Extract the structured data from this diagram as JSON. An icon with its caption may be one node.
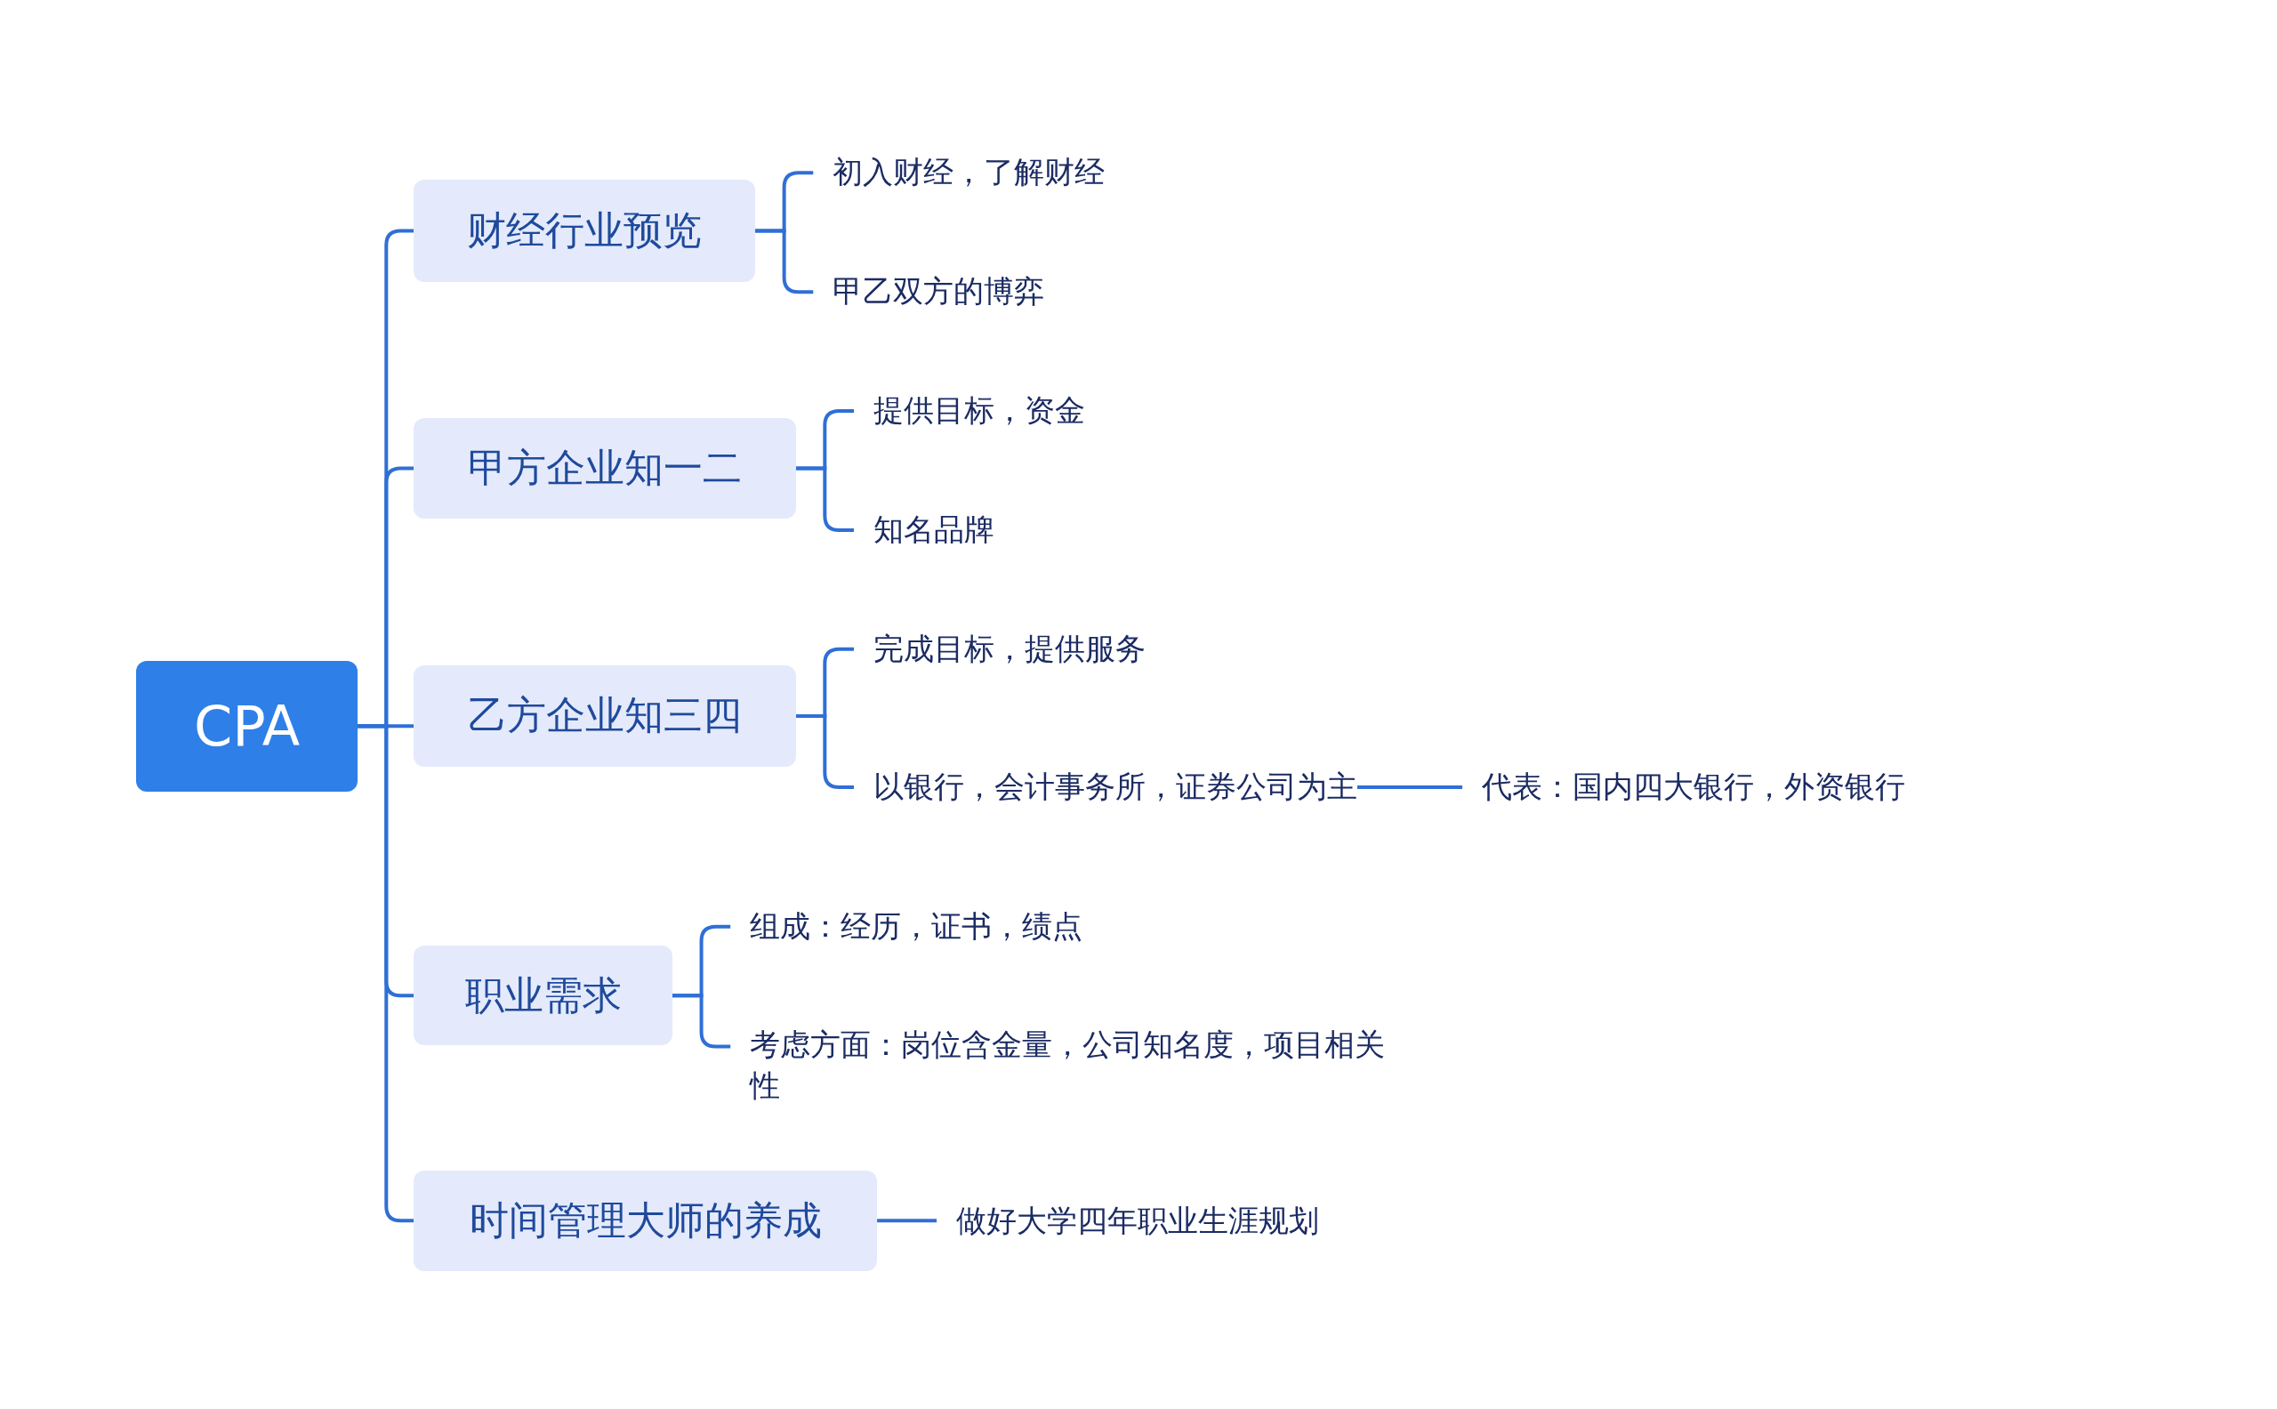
{
  "diagram": {
    "nodes": [
      {
        "text": [
          "CPA"
        ]
      },
      {
        "text": [
          "财经行业预览"
        ]
      },
      {
        "text": [
          "初入财经，了解财经"
        ]
      },
      {
        "text": [
          "甲乙双方的博弈"
        ]
      },
      {
        "text": [
          "甲方企业知一二"
        ]
      },
      {
        "text": [
          "提供目标，资金"
        ]
      },
      {
        "text": [
          "知名品牌"
        ]
      },
      {
        "text": [
          "乙方企业知三四"
        ]
      },
      {
        "text": [
          "完成目标，提供服务"
        ]
      },
      {
        "text": [
          "以银行，会计事务所，证券公司为主"
        ]
      },
      {
        "text": [
          "代表：国内四大银行，外资银行"
        ]
      },
      {
        "text": [
          "职业需求"
        ]
      },
      {
        "text": [
          "组成：经历，证书，绩点"
        ]
      },
      {
        "text": [
          "考虑方面：岗位含金量，公司知名度，项目相关性"
        ]
      },
      {
        "text": [
          "时间管理大师的养成"
        ]
      },
      {
        "text": [
          "做好大学四年职业生涯规划"
        ]
      }
    ],
    "edges": [
      {
        "from": 0,
        "to": 1,
        "arrow": "none"
      },
      {
        "from": 0,
        "to": 4,
        "arrow": "none"
      },
      {
        "from": 0,
        "to": 7,
        "arrow": "none"
      },
      {
        "from": 0,
        "to": 11,
        "arrow": "none"
      },
      {
        "from": 0,
        "to": 14,
        "arrow": "none"
      },
      {
        "from": 1,
        "to": 2,
        "arrow": "none"
      },
      {
        "from": 1,
        "to": 3,
        "arrow": "none"
      },
      {
        "from": 4,
        "to": 5,
        "arrow": "none"
      },
      {
        "from": 4,
        "to": 6,
        "arrow": "none"
      },
      {
        "from": 7,
        "to": 8,
        "arrow": "none"
      },
      {
        "from": 7,
        "to": 9,
        "arrow": "none"
      },
      {
        "from": 9,
        "to": 10,
        "arrow": "none"
      },
      {
        "from": 11,
        "to": 12,
        "arrow": "none"
      },
      {
        "from": 11,
        "to": 13,
        "arrow": "none"
      },
      {
        "from": 14,
        "to": 15,
        "arrow": "none"
      }
    ]
  }
}
